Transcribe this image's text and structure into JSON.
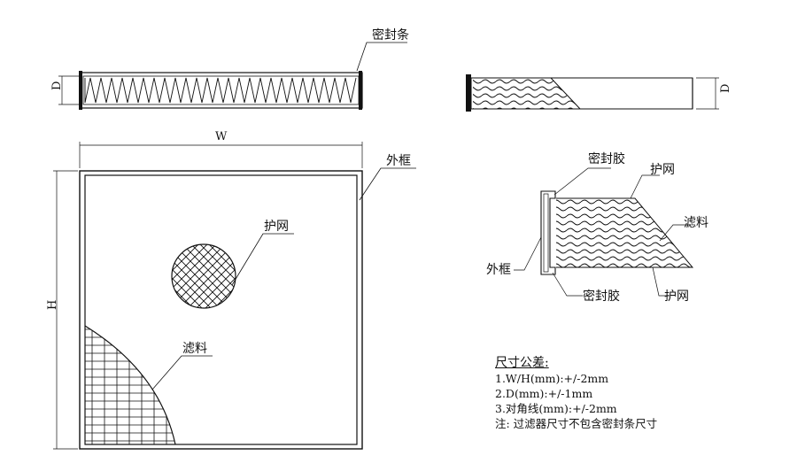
{
  "labels": {
    "seal_strip": "密封条",
    "outer_frame": "外框",
    "guard_mesh": "护网",
    "filter_media": "滤料",
    "sealant": "密封胶",
    "dim_w": "W",
    "dim_h": "H",
    "dim_d": "D"
  },
  "tolerance": {
    "title": "尺寸公差:",
    "items": [
      "1.W/H(mm):+/-2mm",
      "2.D(mm):+/-1mm",
      "3.对角线(mm):+/-2mm",
      "注: 过滤器尺寸不包含密封条尺寸"
    ]
  }
}
